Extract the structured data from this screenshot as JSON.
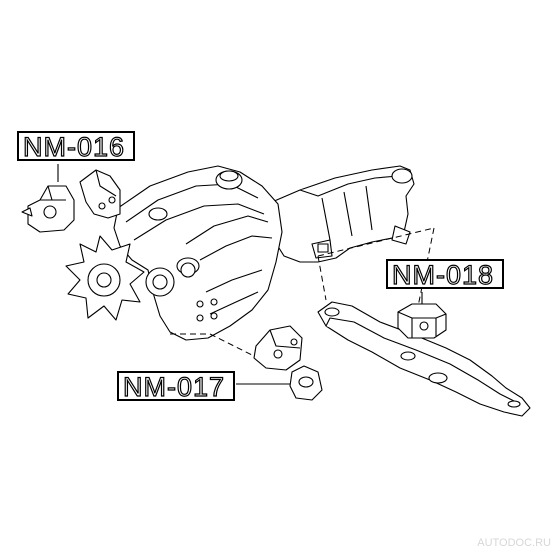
{
  "labels": {
    "nm016": "NM-016",
    "nm017": "NM-017",
    "nm018": "NM-018"
  },
  "watermark": "AUTODOC.RU",
  "colors": {
    "line": "#000000",
    "background": "#ffffff",
    "watermark": "#d7d7d7"
  }
}
